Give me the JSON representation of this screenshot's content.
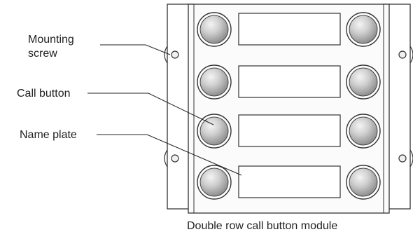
{
  "labels": {
    "mounting_screw": "Mounting\nscrew",
    "call_button": "Call button",
    "name_plate": "Name plate"
  },
  "caption": "Double row call button module",
  "colors": {
    "outline": "#333333",
    "button_fill": "#a9a9a9",
    "button_highlight": "#f2f2f2",
    "frame_fill": "#fbfbfb"
  },
  "rows": 4
}
